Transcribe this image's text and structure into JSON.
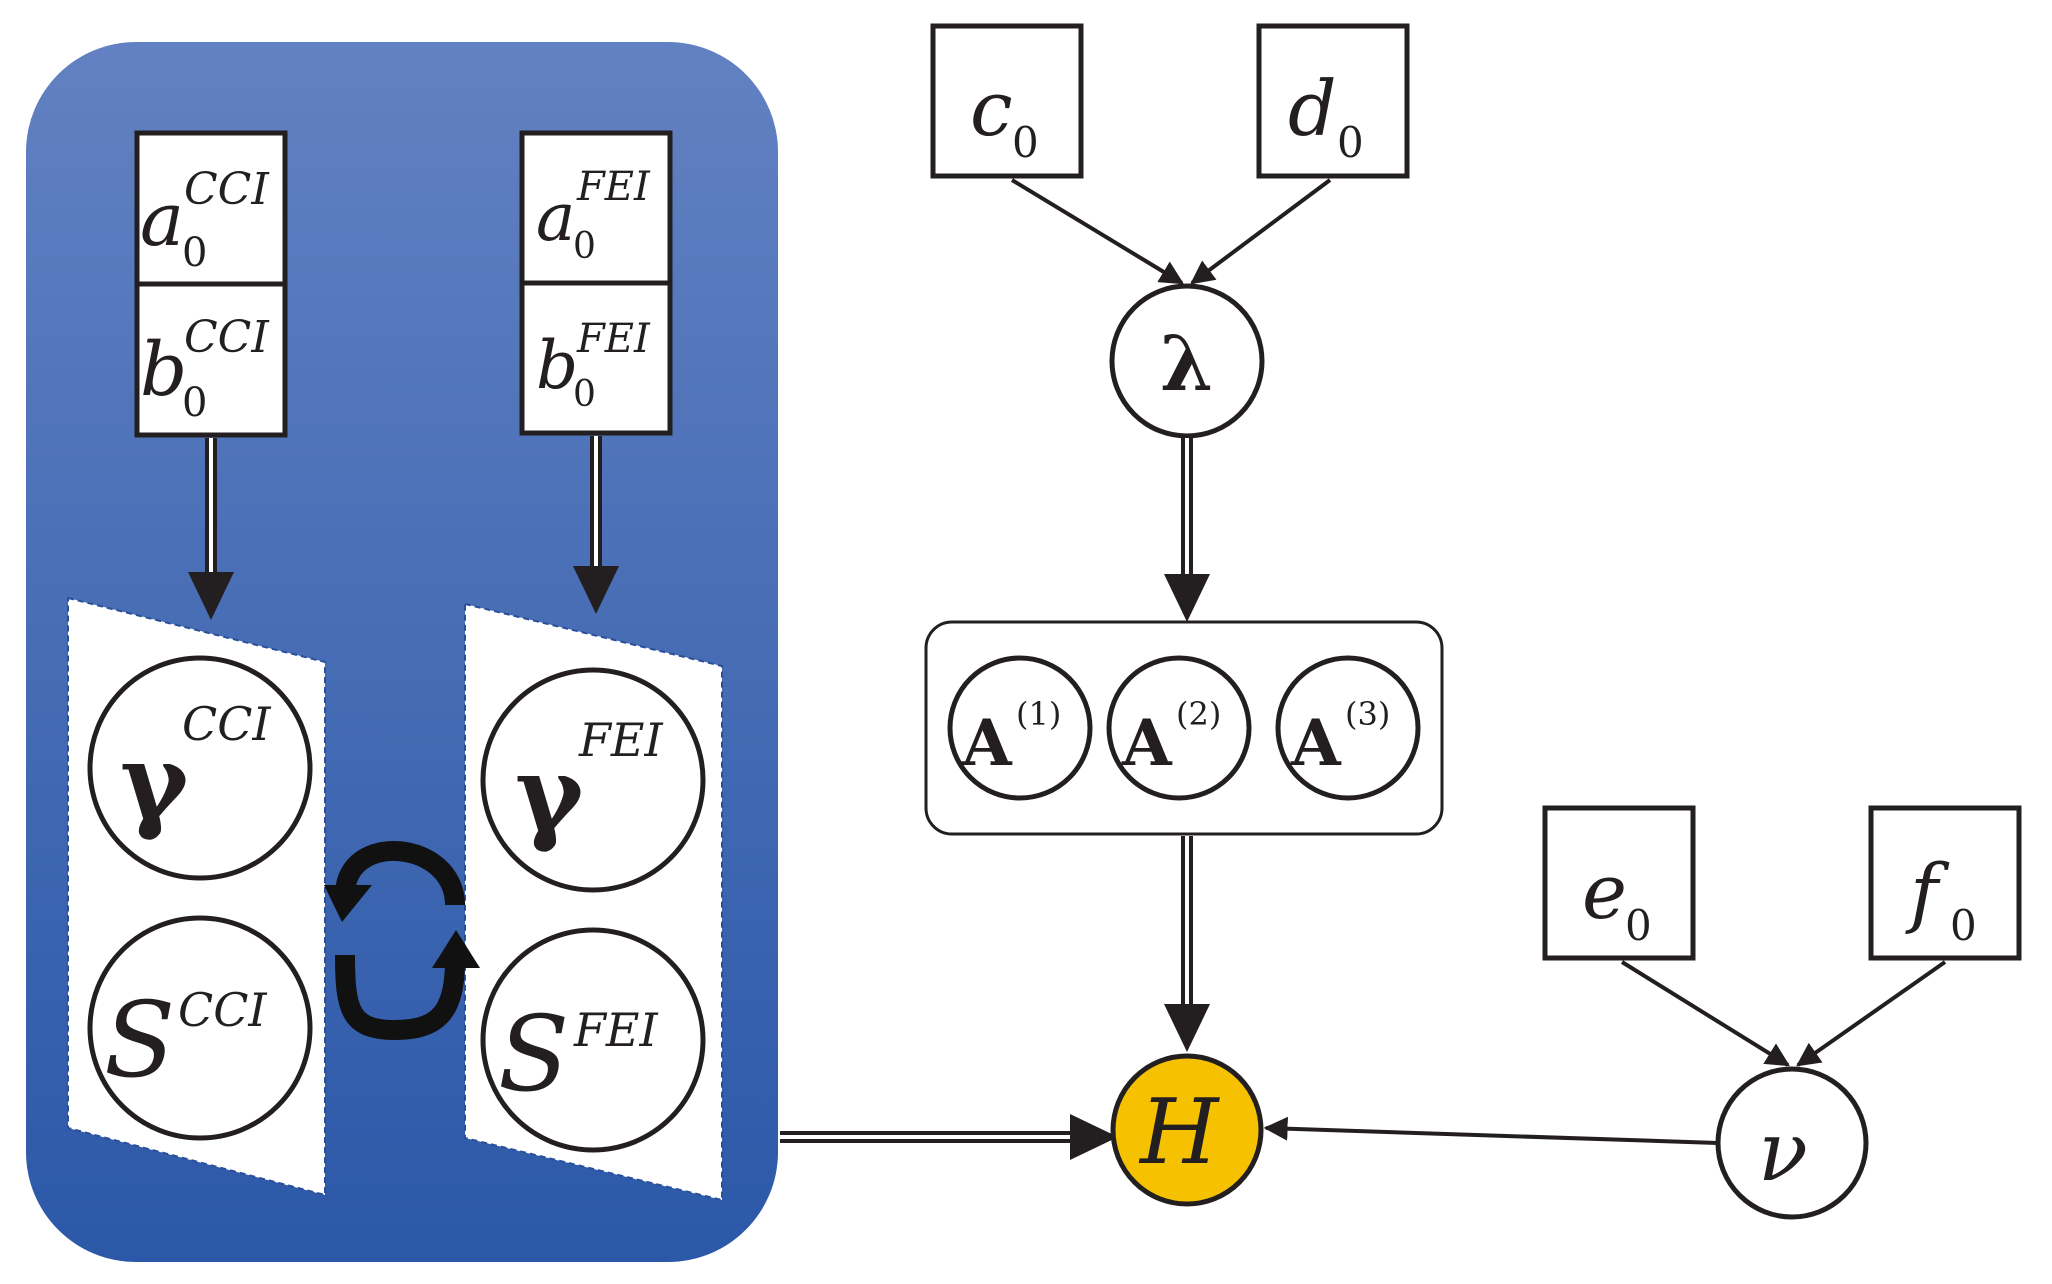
{
  "colors": {
    "plate_top": "#6281c2",
    "plate_bottom": "#2b58a8",
    "observed_node": "#f5c100",
    "ink": "#231f20"
  },
  "hyperpriors": {
    "a0_cci": {
      "base": "a",
      "sub": "0",
      "sup": "CCI"
    },
    "b0_cci": {
      "base": "b",
      "sub": "0",
      "sup": "CCI"
    },
    "a0_fei": {
      "base": "a",
      "sub": "0",
      "sup": "FEI"
    },
    "b0_fei": {
      "base": "b",
      "sub": "0",
      "sup": "FEI"
    },
    "c0": {
      "base": "c",
      "sub": "0"
    },
    "d0": {
      "base": "d",
      "sub": "0"
    },
    "e0": {
      "base": "e",
      "sub": "0"
    },
    "f0": {
      "base": "f",
      "sub": "0"
    }
  },
  "nodes": {
    "gamma_cci": {
      "base": "γ",
      "sup": "CCI"
    },
    "s_cci": {
      "base": "S",
      "sup": "CCI"
    },
    "gamma_fei": {
      "base": "γ",
      "sup": "FEI"
    },
    "s_fei": {
      "base": "S",
      "sup": "FEI"
    },
    "lambda": {
      "base": "λ"
    },
    "a1": {
      "base": "A",
      "sup": "(1)"
    },
    "a2": {
      "base": "A",
      "sup": "(2)"
    },
    "a3": {
      "base": "A",
      "sup": "(3)"
    },
    "h": {
      "base": "H"
    },
    "nu": {
      "base": "ν"
    }
  }
}
